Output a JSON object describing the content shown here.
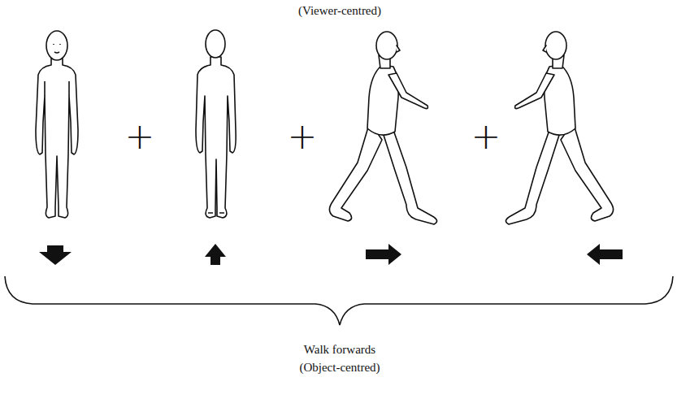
{
  "diagram": {
    "labels": [
      "(Viewer-centred)",
      "+",
      "+",
      "+",
      "Walk forwards",
      "(Object-centred)"
    ]
  }
}
